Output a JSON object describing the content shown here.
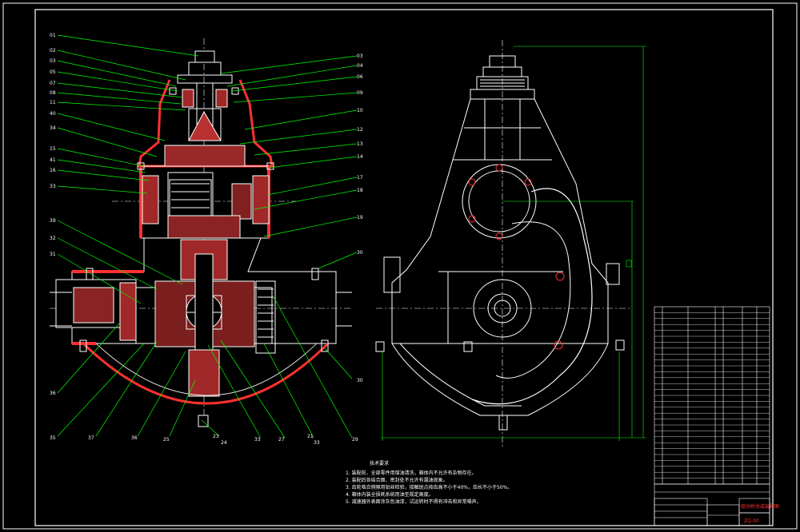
{
  "drawing": {
    "colors": {
      "background": "#000000",
      "line": "#ffffff",
      "leader": "#00ff00",
      "section": "#ff3030",
      "hatch": "#c03030",
      "dimension": "#00ff00"
    }
  },
  "left_callouts": [
    "01",
    "02",
    "03",
    "05",
    "07",
    "08",
    "11",
    "40",
    "34",
    "15",
    "41",
    "16",
    "33",
    "39",
    "32",
    "31",
    "36",
    "35",
    "37",
    "36",
    "25",
    "23",
    "24",
    "33",
    "27",
    "21",
    "33",
    "29"
  ],
  "right_callouts": [
    "03",
    "04",
    "06",
    "09",
    "10",
    "12",
    "13",
    "14",
    "17",
    "18",
    "19",
    "30",
    "30"
  ],
  "tech_requirements": {
    "title": "技术要求",
    "items": [
      "1. 装配前，全部零件用煤油清洗，箱体内不允许有杂物存在。",
      "2. 装配后各结合面、密封处不允许有漏油现象。",
      "3. 齿轮啮合侧隙用铅丝检验，接触斑点按齿高不小于40%，齿长不小于50%。",
      "4. 箱体内装全损耗系统用油至规定高度。",
      "5. 减速器外表面涂灰色油漆，试运转时不得有冲击和异常噪声。"
    ]
  },
  "title_block": {
    "red_title": "驱动桥总成装配图",
    "drawing_no": "ZQ-00"
  }
}
